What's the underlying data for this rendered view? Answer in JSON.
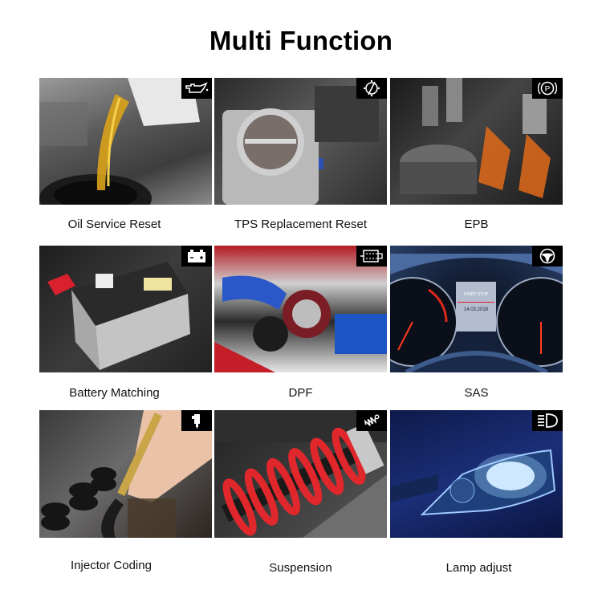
{
  "page": {
    "title": "Multi Function"
  },
  "functions": [
    {
      "label": "Oil Service Reset",
      "icon": "oil-can-icon",
      "scene": "oil pouring into engine filler"
    },
    {
      "label": "TPS Replacement Reset",
      "icon": "throttle-icon",
      "scene": "throttle body"
    },
    {
      "label": "EPB",
      "icon": "parking-brake-icon",
      "scene": "engine pistons"
    },
    {
      "label": "Battery Matching",
      "icon": "battery-icon",
      "scene": "car battery"
    },
    {
      "label": "DPF",
      "icon": "dpf-filter-icon",
      "scene": "engine bay"
    },
    {
      "label": "SAS",
      "icon": "steering-wheel-icon",
      "scene": "dashboard gauges",
      "dashboard": {
        "display_date": "14.03.2018",
        "display_mode": "START STOP"
      }
    },
    {
      "label": "Injector Coding",
      "icon": "injector-icon",
      "scene": "fuel injector in hand"
    },
    {
      "label": "Suspension",
      "icon": "suspension-spring-icon",
      "scene": "red coil spring shock absorber"
    },
    {
      "label": "Lamp adjust",
      "icon": "headlamp-icon",
      "scene": "blue car headlight"
    }
  ],
  "colors": {
    "title": "#000000",
    "label": "#111111",
    "badge_bg": "#000000",
    "badge_fg": "#ffffff"
  }
}
